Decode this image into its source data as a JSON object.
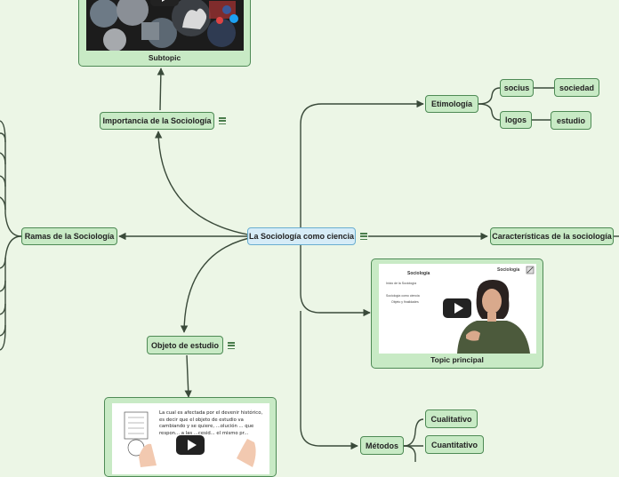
{
  "central": {
    "label": "La Sociología como ciencia"
  },
  "nodes": {
    "etimologia": "Etimología",
    "socius": "socius",
    "sociedad": "sociedad",
    "logos": "logos",
    "estudio": "estudio",
    "caracteristicas": "Características de la sociología",
    "ramas": "Ramas de la Sociología",
    "importancia": "Importancia de la Sociología",
    "objeto": "Objeto de estudio",
    "metodos": "Métodos",
    "cualitativo": "Cualitativo",
    "cuantitativo": "Cuantitativo"
  },
  "cards": {
    "subtopic_caption": "Subtopic",
    "topic_principal_caption": "Topic principal",
    "video2": {
      "badge": "Sociología",
      "slide_title": "Sociología",
      "slide_line1": "Inicio de la Sociología",
      "slide_line2": "Sociología como ciencia",
      "slide_bullet": "Objeto y finalidades"
    },
    "video3": {
      "handwriting": "La cual es afectada por el devenir histórico, es decir que el objeto de estudio va cambiando y se quiere, ...olución ... que respon... a las ...cesid... el mismo pr..."
    }
  },
  "colors": {
    "node_fill": "#c8eac5",
    "node_border": "#4e8a55",
    "central_fill": "#d6ecf7",
    "background": "#ecf6e6",
    "line": "#3a4a3a"
  },
  "icons": {
    "notes": "notes-icon",
    "play": "play-icon"
  }
}
